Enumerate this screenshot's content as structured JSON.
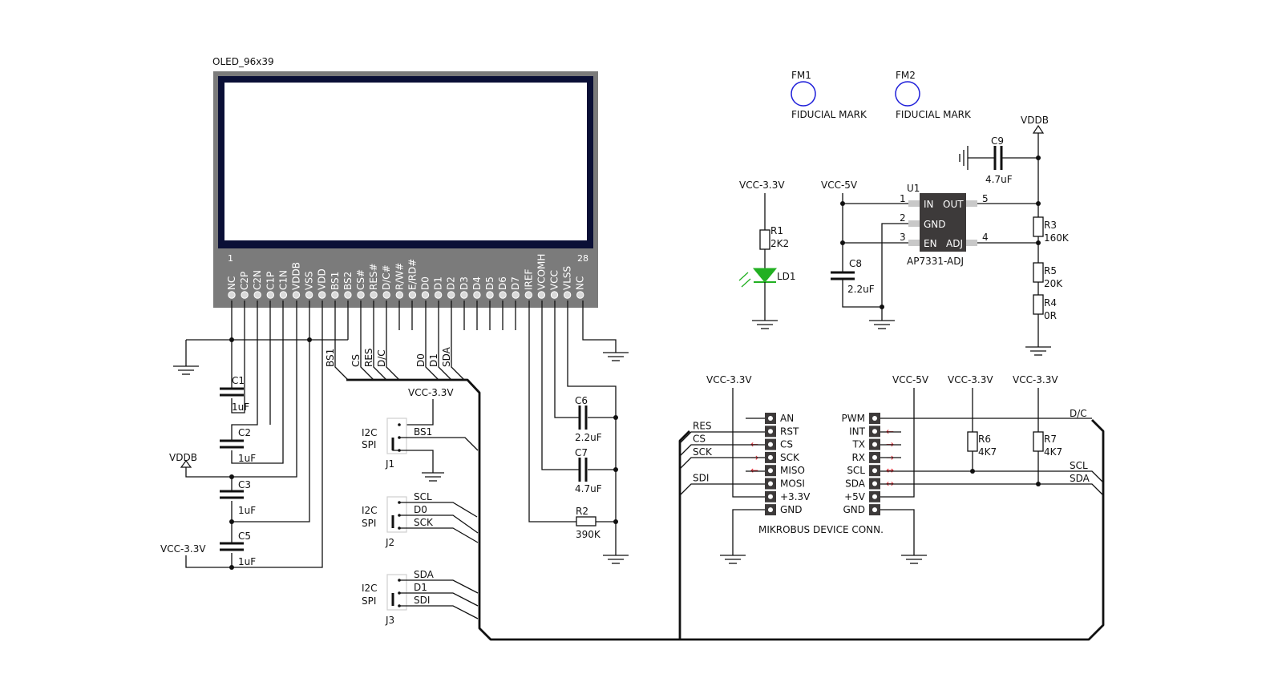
{
  "display": {
    "title": "OLED_96x39",
    "pin_first": "1",
    "pin_last": "28",
    "pins": [
      "NC",
      "C2P",
      "C2N",
      "C1P",
      "C1N",
      "VDDB",
      "VSS",
      "VDD",
      "BS1",
      "BS2",
      "CS#",
      "RES#",
      "D/C#",
      "R/W#",
      "E/RD#",
      "D0",
      "D1",
      "D2",
      "D3",
      "D4",
      "D5",
      "D6",
      "D7",
      "IREF",
      "VCOMH",
      "VCC",
      "VLSS",
      "NC"
    ]
  },
  "fiducials": [
    {
      "ref": "FM1",
      "label": "FIDUCIAL MARK"
    },
    {
      "ref": "FM2",
      "label": "FIDUCIAL MARK"
    }
  ],
  "nets": {
    "vddb": "VDDB",
    "vcc33": "VCC-3.3V",
    "vcc5": "VCC-5V",
    "bs1": "BS1",
    "cs": "CS",
    "res": "RES",
    "dc": "D/C",
    "d0": "D0",
    "d1": "D1",
    "sda": "SDA",
    "scl": "SCL",
    "sck": "SCK",
    "sdi": "SDI"
  },
  "components": {
    "c1": {
      "ref": "C1",
      "value": "1uF"
    },
    "c2": {
      "ref": "C2",
      "value": "1uF"
    },
    "c3": {
      "ref": "C3",
      "value": "1uF"
    },
    "c5": {
      "ref": "C5",
      "value": "1uF"
    },
    "c6": {
      "ref": "C6",
      "value": "2.2uF"
    },
    "c7": {
      "ref": "C7",
      "value": "4.7uF"
    },
    "c8": {
      "ref": "C8",
      "value": "2.2uF"
    },
    "c9": {
      "ref": "C9",
      "value": "4.7uF"
    },
    "r1": {
      "ref": "R1",
      "value": "2K2"
    },
    "r2": {
      "ref": "R2",
      "value": "390K"
    },
    "r3": {
      "ref": "R3",
      "value": "160K"
    },
    "r4": {
      "ref": "R4",
      "value": "0R"
    },
    "r5": {
      "ref": "R5",
      "value": "20K"
    },
    "r6": {
      "ref": "R6",
      "value": "4K7"
    },
    "r7": {
      "ref": "R7",
      "value": "4K7"
    },
    "ld1": {
      "ref": "LD1"
    }
  },
  "regulator": {
    "ref": "U1",
    "part": "AP7331-ADJ",
    "pins": {
      "in": "IN",
      "out": "OUT",
      "gnd": "GND",
      "en": "EN",
      "adj": "ADJ"
    },
    "pin_numbers": {
      "in": "1",
      "gnd": "2",
      "en": "3",
      "adj": "4",
      "out": "5"
    }
  },
  "jumpers": [
    {
      "ref": "J1",
      "top": "I2C",
      "bottom": "SPI",
      "signals": [
        "BS1"
      ]
    },
    {
      "ref": "J2",
      "top": "I2C",
      "bottom": "SPI",
      "signals": [
        "SCL",
        "D0",
        "SCK"
      ]
    },
    {
      "ref": "J3",
      "top": "I2C",
      "bottom": "SPI",
      "signals": [
        "SDA",
        "D1",
        "SDI"
      ]
    }
  ],
  "mikrobus": {
    "title": "MIKROBUS DEVICE CONN.",
    "left_pins": [
      "AN",
      "RST",
      "CS",
      "SCK",
      "MISO",
      "MOSI",
      "+3.3V",
      "GND"
    ],
    "right_pins": [
      "PWM",
      "INT",
      "TX",
      "RX",
      "SCL",
      "SDA",
      "+5V",
      "GND"
    ],
    "left_arrows": [
      "",
      "",
      "←",
      "→",
      "←",
      "",
      "",
      ""
    ],
    "right_arrows": [
      "",
      "←",
      "→",
      "→",
      "↔",
      "↔",
      "",
      ""
    ],
    "left_nets": [
      "",
      "RES",
      "CS",
      "SCK",
      "",
      "SDI",
      "",
      ""
    ],
    "right_net_dc": "D/C",
    "right_net_scl": "SCL",
    "right_net_sda": "SDA"
  },
  "colors": {
    "wire": "#111111",
    "display_body": "#7b7b7b",
    "display_frame": "#0a0f36",
    "fiducial": "#1f1fd9",
    "led": "#22b022",
    "arrow": "#e0202a",
    "ic_body": "#3d3a3a",
    "ic_pin": "#c8c8c8"
  }
}
